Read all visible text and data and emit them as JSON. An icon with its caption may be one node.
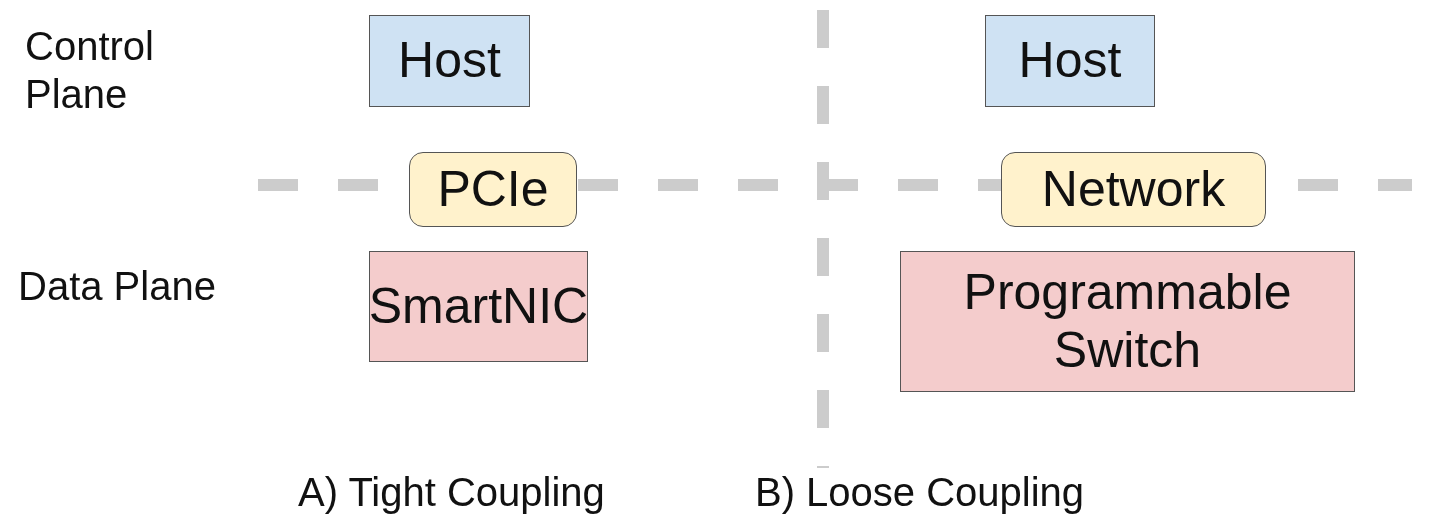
{
  "diagram": {
    "nodes": [
      {
        "text": [
          "Host"
        ]
      },
      {
        "text": [
          "PCIe"
        ]
      },
      {
        "text": [
          "SmartNIC"
        ]
      },
      {
        "text": [
          "Host"
        ]
      },
      {
        "text": [
          "Network"
        ]
      },
      {
        "text": [
          "Programmable Switch"
        ]
      }
    ],
    "labels": [
      "Control Plane",
      "Data Plane",
      "A) Tight Coupling",
      "B) Loose Coupling"
    ]
  }
}
